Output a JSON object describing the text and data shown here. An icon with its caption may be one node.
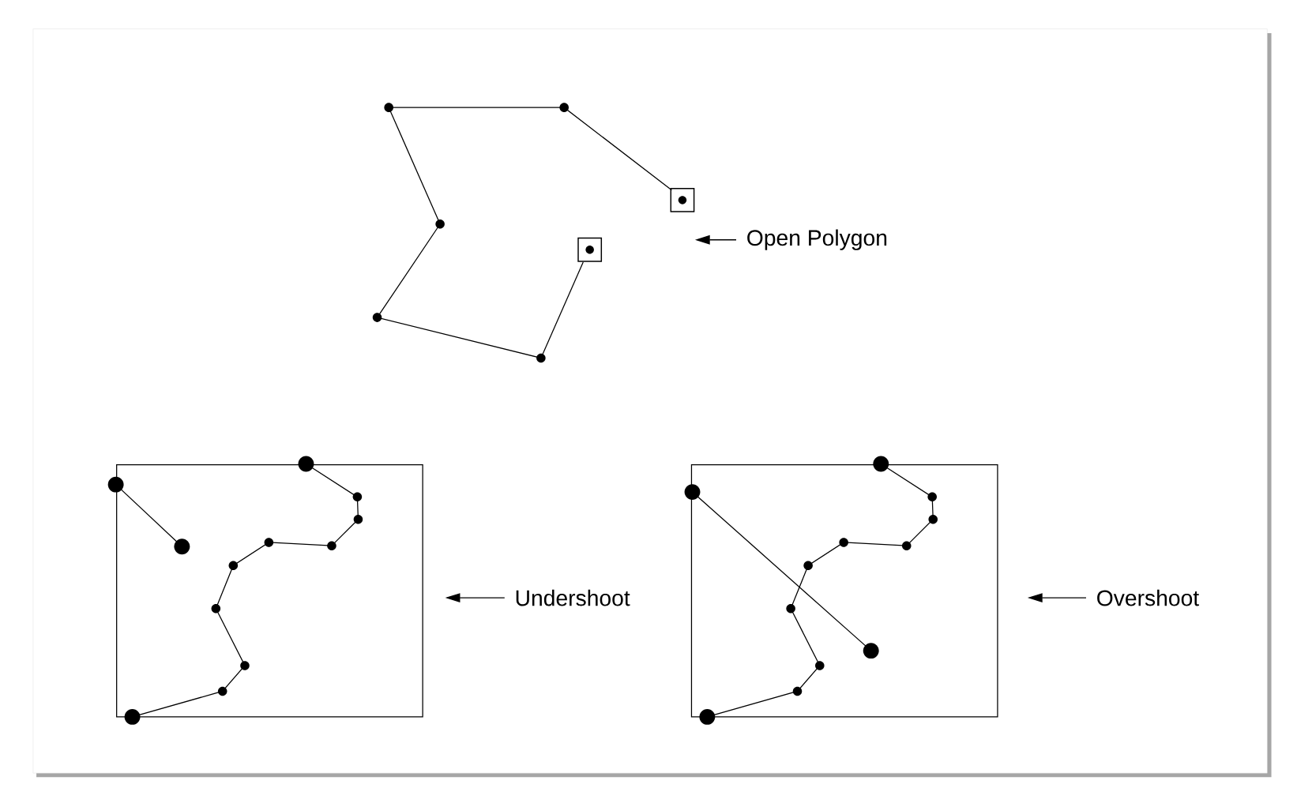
{
  "diagram": {
    "nodes": [
      {
        "text": [],
        "shape": "picture"
      },
      {
        "text": [
          "Open Polygon"
        ]
      },
      {
        "text": [],
        "shape": "picture"
      },
      {
        "text": [
          "Undershoot"
        ]
      },
      {
        "text": [],
        "shape": "picture"
      },
      {
        "text": [
          "Overshoot"
        ]
      }
    ],
    "edges": [
      {
        "from": 1,
        "to": 0,
        "arrow": "to"
      },
      {
        "from": 3,
        "to": 2,
        "arrow": "to"
      },
      {
        "from": 5,
        "to": 4,
        "arrow": "to"
      }
    ]
  }
}
